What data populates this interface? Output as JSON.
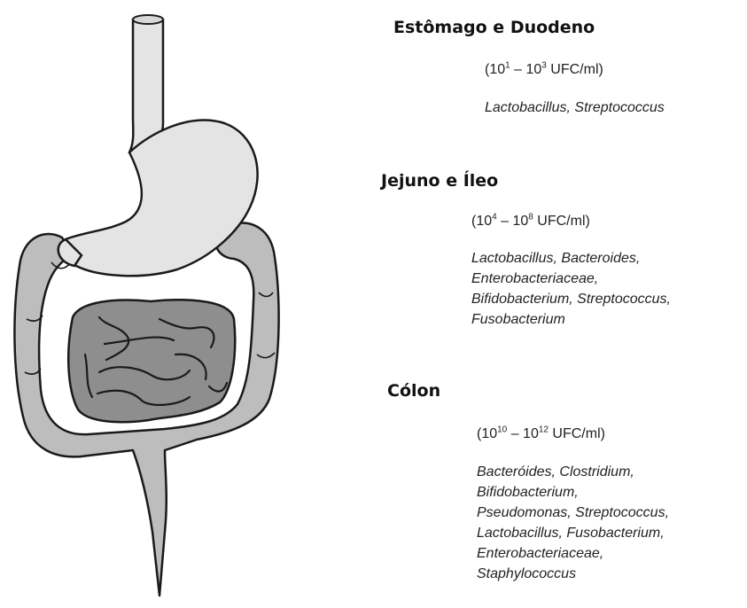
{
  "sections": [
    {
      "title": "Estômago e Duodeno",
      "conc": {
        "a_base": "10",
        "a_exp": "1",
        "sep": " – ",
        "b_base": "10",
        "b_exp": "3",
        "unit": " UFC/ml"
      },
      "species_lines": [
        "Lactobacillus, Streptococcus"
      ]
    },
    {
      "title": "Jejuno e Íleo",
      "conc": {
        "a_base": "10",
        "a_exp": "4",
        "sep": " – ",
        "b_base": "10",
        "b_exp": "8",
        "unit": " UFC/ml"
      },
      "species_lines": [
        "Lactobacillus, Bacteroides,",
        "Enterobacteriaceae,",
        "Bifidobacterium, Streptococcus,",
        "Fusobacterium"
      ]
    },
    {
      "title": "Cólon",
      "conc": {
        "a_base": "10",
        "a_exp": "10",
        "sep": " – ",
        "b_base": "10",
        "b_exp": "12",
        "unit": " UFC/ml"
      },
      "species_lines": [
        "Bacteróides, Clostridium,",
        "Bifidobacterium,",
        "Pseudomonas, Streptococcus,",
        "Lactobacillus, Fusobacterium,",
        "Enterobacteriaceae,",
        "Staphylococcus"
      ]
    }
  ],
  "colors": {
    "outline": "#1a1a1a",
    "stomach": "#e4e4e4",
    "colon": "#bdbdbd",
    "small_intestine": "#8e8e8e"
  }
}
